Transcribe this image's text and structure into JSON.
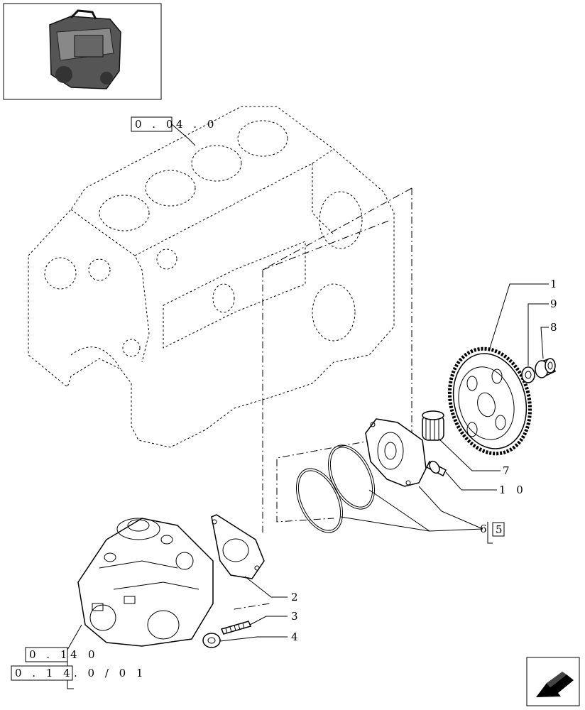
{
  "references": {
    "block_ref": [
      "0 . 0",
      "4 . 0"
    ],
    "pump_ref_1": [
      "0 . 1",
      "4",
      "0"
    ],
    "pump_ref_2": [
      "0 . 1 4",
      ". 0 / 0 1"
    ]
  },
  "callouts": {
    "c1": "1",
    "c2": "2",
    "c3": "3",
    "c4": "4",
    "c5": "5",
    "c6": "6",
    "c7": "7",
    "c8": "8",
    "c9": "9",
    "c10": "1 0"
  },
  "icons": {
    "thumbnail": "engine-thumbnail-icon",
    "nav": "back-arrow-icon"
  }
}
